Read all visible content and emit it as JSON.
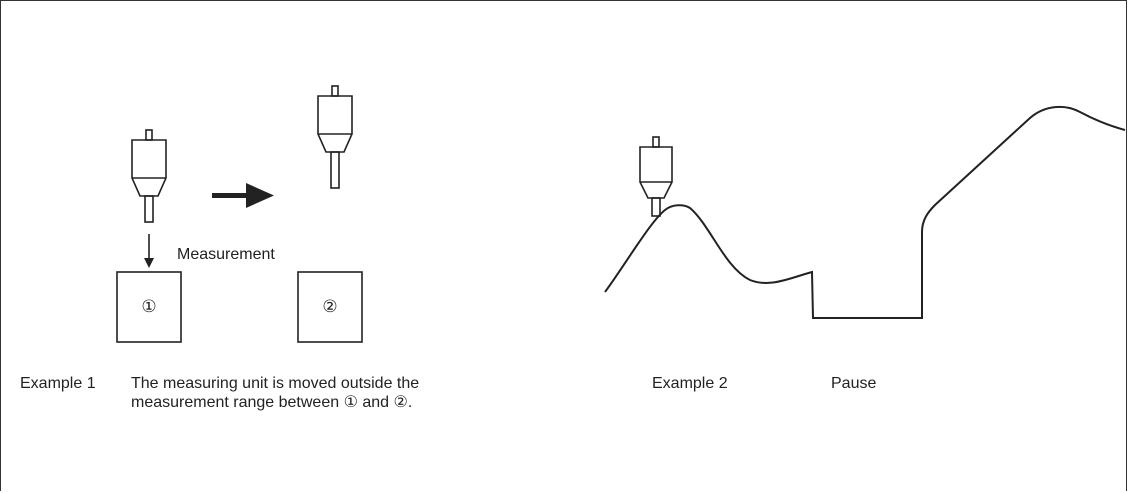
{
  "example1": {
    "measurement_label": "Measurement",
    "box1_label": "①",
    "box2_label": "②",
    "caption_title": "Example 1",
    "caption_line1": "The measuring unit is moved outside the",
    "caption_line2": "measurement range between ① and ②."
  },
  "example2": {
    "caption_title": "Example 2",
    "pause_label": "Pause"
  },
  "colors": {
    "line": "#222222",
    "background": "#ffffff"
  }
}
